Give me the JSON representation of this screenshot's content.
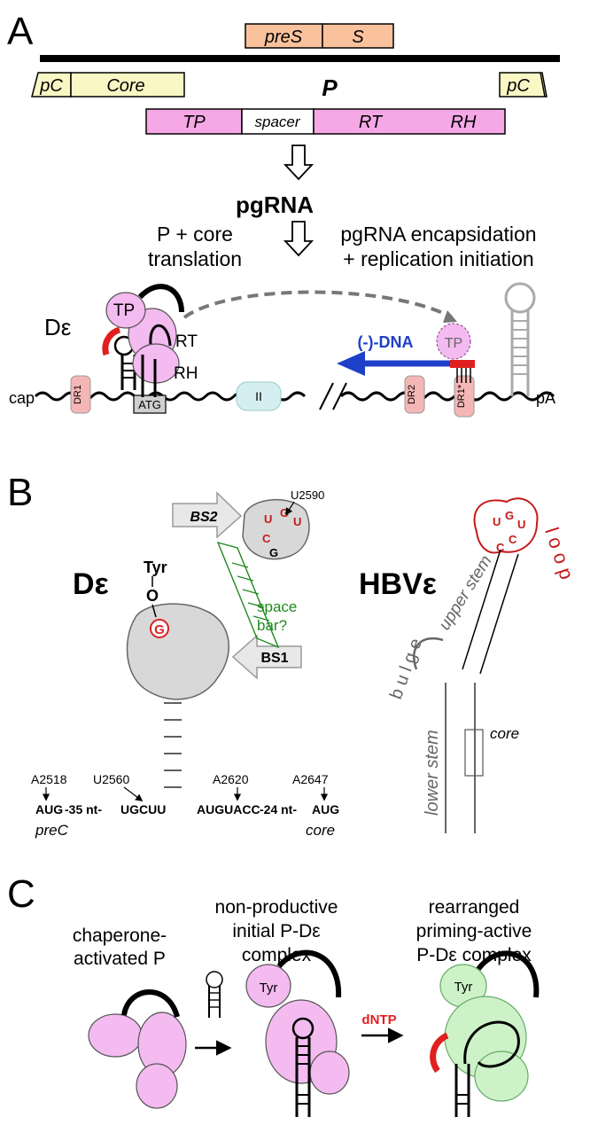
{
  "panels": {
    "a": "A",
    "b": "B",
    "c": "C"
  },
  "genome": {
    "preS": "preS",
    "S": "S",
    "pC": "pC",
    "core": "Core",
    "P": "P",
    "TP": "TP",
    "spacer": "spacer",
    "RT": "RT",
    "RH": "RH"
  },
  "pathway": {
    "pgRNA": "pgRNA",
    "translation_1": "P + core",
    "translation_2": "translation",
    "encaps_1": "pgRNA encapsidation",
    "encaps_2": "+ replication initiation"
  },
  "mrna": {
    "de": "Dε",
    "TP": "TP",
    "RT": "RT",
    "RH": "RH",
    "cap": "cap",
    "DR1": "DR1",
    "ATG": "ATG",
    "II": "II",
    "DR2": "DR2",
    "DR1star": "DR1*",
    "pA": "pA",
    "minus_dna": "(-)-DNA",
    "tp2": "TP"
  },
  "b_de": {
    "BS2": "BS2",
    "BS1": "BS1",
    "U2590": "U2590",
    "Tyr": "Tyr",
    "O": "O",
    "G": "G",
    "de": "Dε",
    "space1": "space",
    "space2": "bar?",
    "loop_bases": [
      "U",
      "G",
      "U",
      "C",
      "G"
    ],
    "A2518": "A2518",
    "U2560": "U2560",
    "A2620": "A2620",
    "A2647": "A2647",
    "seq1": "AUG",
    "seq2": "-35 nt-",
    "seq3": "UGCUU",
    "seq4": "AUGUACC",
    "seq5": "-24 nt-",
    "seq6": "AUG",
    "preC": "preC",
    "core": "core"
  },
  "b_hbv": {
    "title": "HBVε",
    "loop": "l o o p",
    "upper": "upper stem",
    "bulge": "b u l g e",
    "lower": "lower stem",
    "core": "core",
    "loop_bases": [
      "U",
      "G",
      "U",
      "C",
      "C"
    ]
  },
  "c": {
    "s1_1": "chaperone-",
    "s1_2": "activated P",
    "s2_1": "non-productive",
    "s2_2": "initial P-Dε",
    "s2_3": "complex",
    "s3_1": "rearranged",
    "s3_2": "priming-active",
    "s3_3": "P-Dε complex",
    "Tyr1": "Tyr",
    "Tyr2": "Tyr",
    "dNTP": "dNTP"
  },
  "colors": {
    "preS": "#f9c29d",
    "pC": "#f9f7c4",
    "P": "#f6a8e6",
    "pink": "#f3bbf0",
    "green": "#cdf2c8",
    "red": "#e02020",
    "blue": "#1e40c8",
    "olive": "#1f8a1f",
    "grey": "#cfcfcf",
    "darkred": "#c41a1a"
  }
}
